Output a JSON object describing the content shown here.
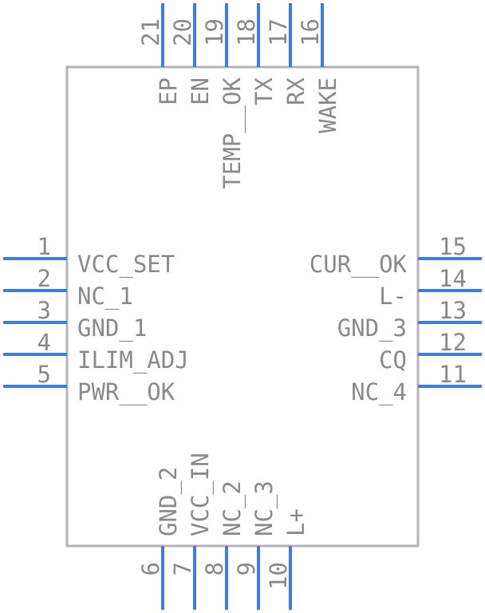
{
  "colors": {
    "pin": "#3a7fe0",
    "body_stroke": "#b4b4b4",
    "text": "#8a8a8a"
  },
  "pins": {
    "left": [
      {
        "num": "1",
        "name": "VCC_SET"
      },
      {
        "num": "2",
        "name": "NC_1"
      },
      {
        "num": "3",
        "name": "GND_1"
      },
      {
        "num": "4",
        "name": "ILIM_ADJ"
      },
      {
        "num": "5",
        "name": "PWR__OK"
      }
    ],
    "bottom": [
      {
        "num": "6",
        "name": "GND_2"
      },
      {
        "num": "7",
        "name": "VCC_IN"
      },
      {
        "num": "8",
        "name": "NC_2"
      },
      {
        "num": "9",
        "name": "NC_3"
      },
      {
        "num": "10",
        "name": "L+"
      }
    ],
    "right": [
      {
        "num": "11",
        "name": "NC_4"
      },
      {
        "num": "12",
        "name": "CQ"
      },
      {
        "num": "13",
        "name": "GND_3"
      },
      {
        "num": "14",
        "name": "L-"
      },
      {
        "num": "15",
        "name": "CUR__OK"
      }
    ],
    "top": [
      {
        "num": "16",
        "name": "WAKE"
      },
      {
        "num": "17",
        "name": "RX"
      },
      {
        "num": "18",
        "name": "TX"
      },
      {
        "num": "19",
        "name": "TEMP__OK"
      },
      {
        "num": "20",
        "name": "EN"
      },
      {
        "num": "21",
        "name": "EP"
      }
    ]
  }
}
